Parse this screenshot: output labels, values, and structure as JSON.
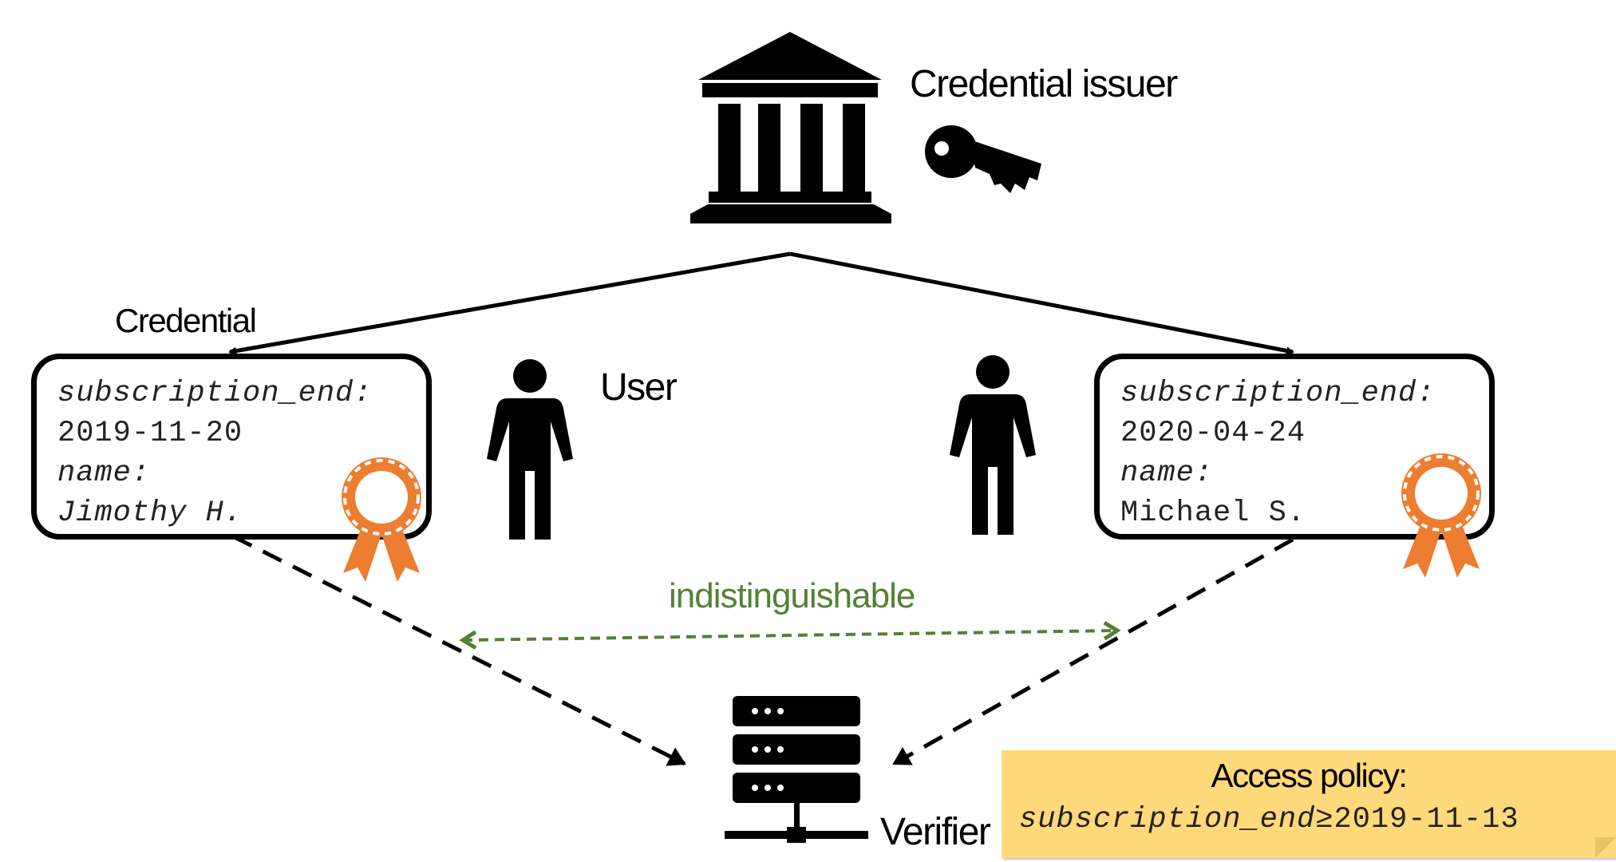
{
  "issuer": {
    "label": "Credential issuer"
  },
  "credential_label": "Credential",
  "user_label": "User",
  "verifier_label": "Verifier",
  "relation_label": "indistinguishable",
  "credentials": [
    {
      "key1": "subscription_end:",
      "val1": "2019-11-20",
      "key2": "name:",
      "val2": "Jimothy H."
    },
    {
      "key1": "subscription_end:",
      "val1": "2020-04-24",
      "key2": "name:",
      "val2": "Michael S."
    }
  ],
  "policy": {
    "title": "Access policy:",
    "attribute": "subscription_end",
    "operator": "≥",
    "value": "2019-11-13"
  },
  "icons": [
    "bank-icon",
    "key-icon",
    "person-icon",
    "award-ribbon-icon",
    "server-icon"
  ],
  "colors": {
    "ribbon": "#ed7d31",
    "indistinguishable": "#538135",
    "policy_note": "#ffd97a"
  }
}
